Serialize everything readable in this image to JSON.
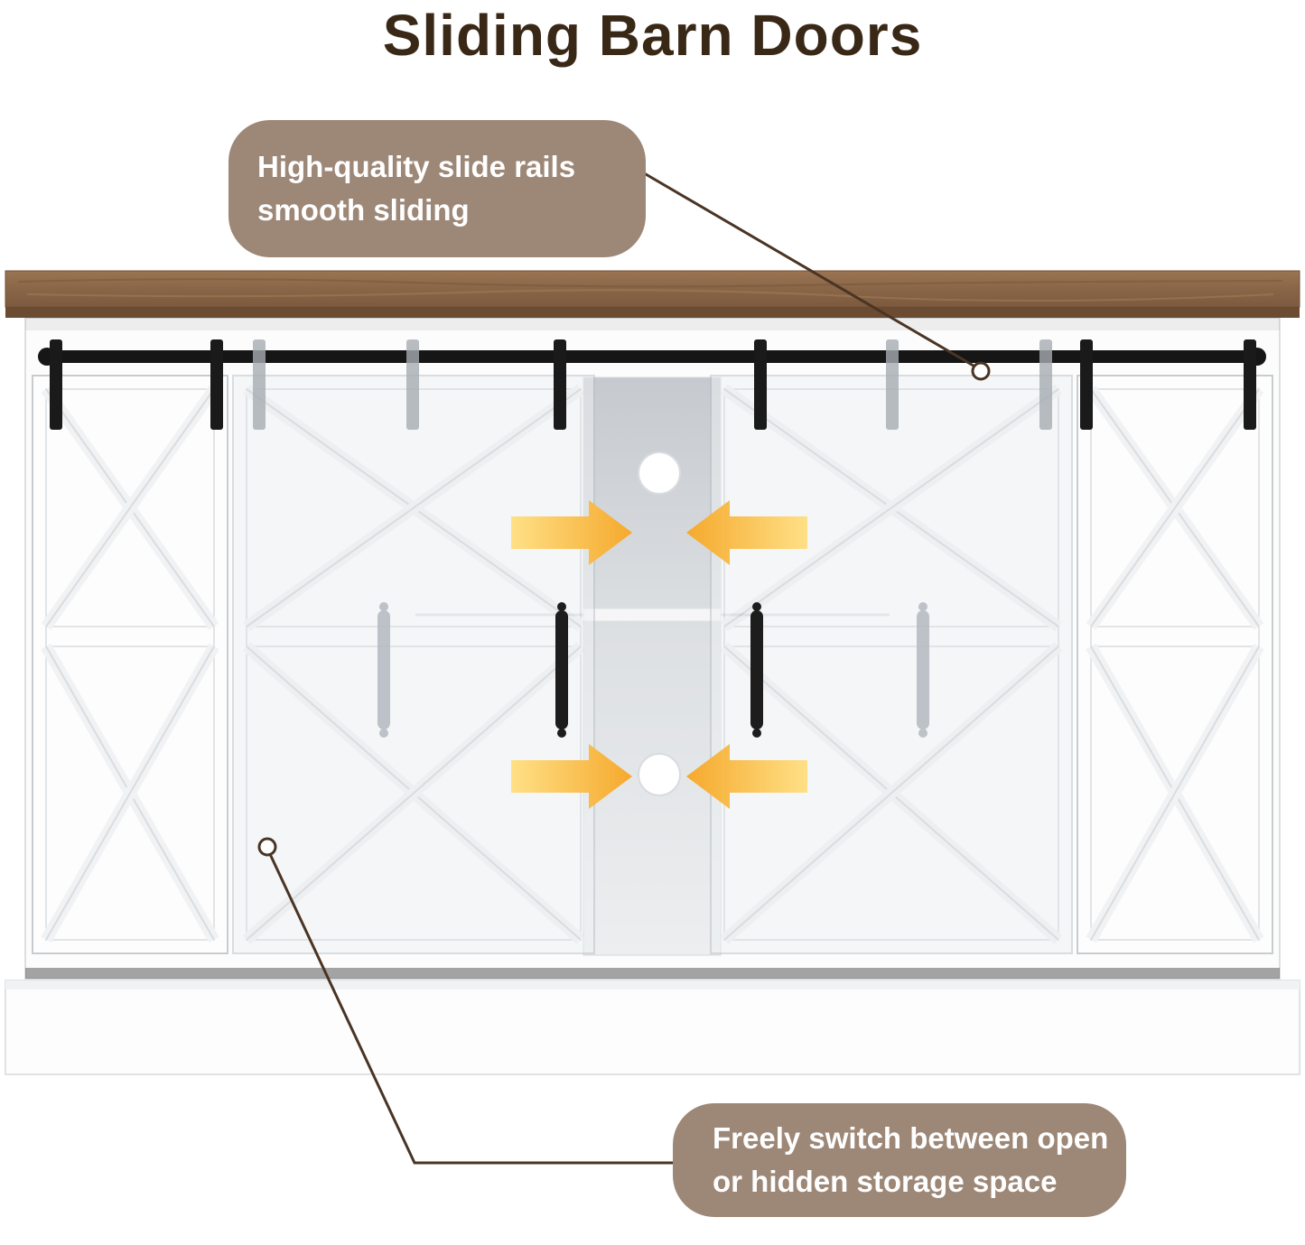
{
  "title": "Sliding Barn Doors",
  "callouts": {
    "top": {
      "line1": "High-quality slide rails",
      "line2": "smooth sliding"
    },
    "bottom": {
      "line1": "Freely switch between open",
      "line2": "or hidden storage space"
    }
  },
  "colors": {
    "title_text": "#3a2817",
    "callout_bg": "#9d8777",
    "callout_text": "#ffffff",
    "wood_top": "#8a6648",
    "rail_black": "#161616",
    "arrow_yellow_tip": "#f5a92d",
    "arrow_yellow_tail": "#ffe086",
    "cabinet_white": "#fdfdfd",
    "ghost_door_gray": "#c8ced3",
    "leader_line": "#4a3424"
  },
  "icons": {
    "slide_arrows": "inward-pointing-slide-arrows",
    "cable_holes": "round-cable-cutouts",
    "leader_anchors": "callout-anchor-circles"
  },
  "diagram": {
    "parts": [
      "wood-top",
      "slide-rail",
      "rail-straps",
      "barn-door-left",
      "barn-door-right",
      "ghost-doors",
      "center-compartment",
      "shelf",
      "cable-holes",
      "door-handles",
      "cabinet-base"
    ]
  }
}
